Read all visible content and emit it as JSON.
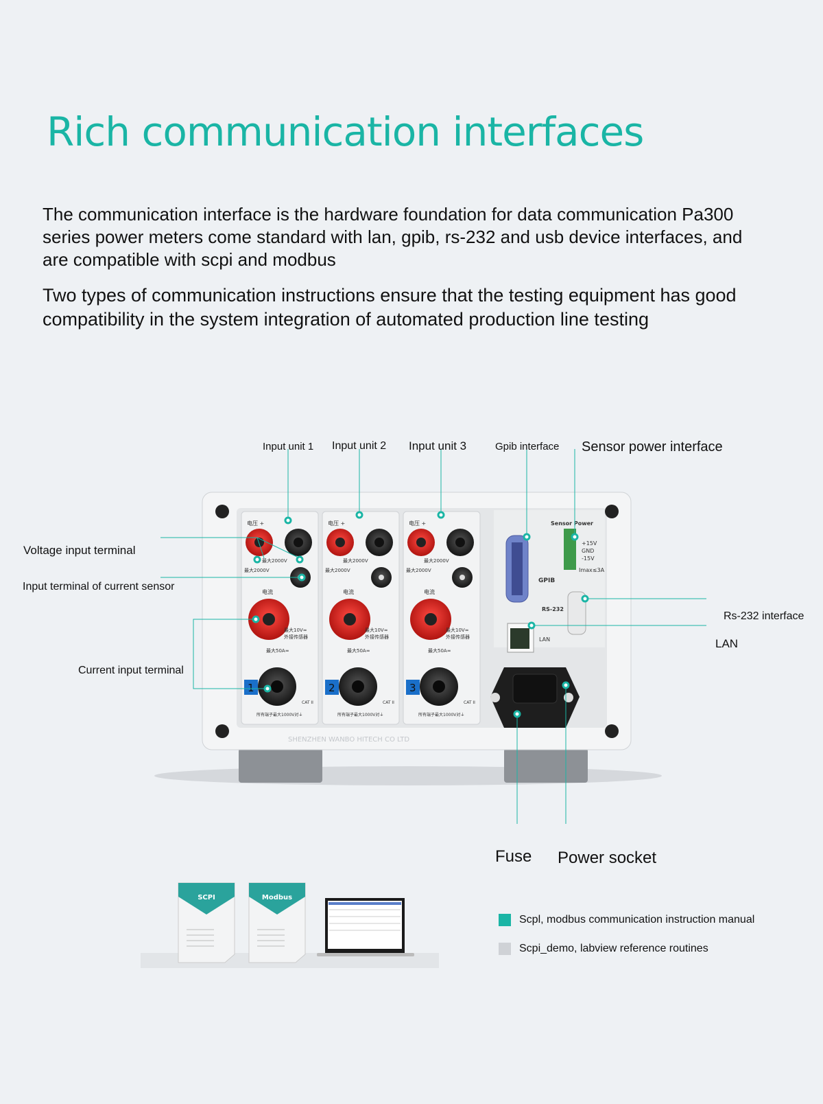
{
  "heading": "Rich communication interfaces",
  "paragraphs": [
    "The communication interface is the hardware foundation for data communication Pa300 series power meters come standard with lan, gpib, rs-232 and usb device interfaces, and are compatible with scpi and modbus",
    "Two types of communication instructions ensure that the testing equipment has good compatibility in the system integration of automated production line testing"
  ],
  "callouts": {
    "input_unit_1": "Input unit 1",
    "input_unit_2": "Input unit 2",
    "input_unit_3": "Input unit 3",
    "gpib": "Gpib interface",
    "sensor_power": "Sensor power interface",
    "voltage_input": "Voltage input terminal",
    "current_sensor": "Input terminal of current sensor",
    "current_input": "Current input terminal",
    "rs232": "Rs-232 interface",
    "lan": "LAN",
    "fuse": "Fuse",
    "power_socket": "Power socket"
  },
  "device": {
    "unit_numbers": [
      "1",
      "2",
      "3"
    ],
    "voltage_label": "电压",
    "current_label": "电流",
    "max_2000v": "最大2000V",
    "max_50a": "最大50A≂",
    "max_10v": "最大10V≂",
    "ext_sensor": "外接传感器",
    "all_terminals": "所有端子最大1000V对⏚",
    "cat": "CAT II",
    "sensor_power": "Sensor Power",
    "p15v": "+15V",
    "gnd": "GND",
    "m15v": "-15V",
    "imax": "Imax≤3A",
    "gpib": "GPIB",
    "rs232": "RS-232",
    "lan": "LAN",
    "watermark": "SHENZHEN WANBO HITECH CO LTD"
  },
  "docs": {
    "scpi": "SCPI",
    "modbus": "Modbus"
  },
  "legend": [
    {
      "label": "Scpl, modbus communication instruction manual",
      "color": "#1ab5a5"
    },
    {
      "label": "Scpi_demo, labview reference routines",
      "color": "#cfd2d6"
    }
  ],
  "colors": {
    "accent": "#1ab5a5",
    "background": "#eef1f4"
  }
}
